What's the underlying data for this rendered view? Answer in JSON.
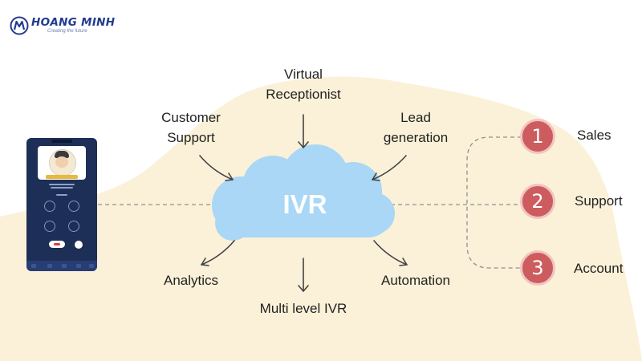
{
  "logo": {
    "name": "HOANG MINH",
    "tagline": "Creating the future"
  },
  "center": {
    "label": "IVR"
  },
  "features": {
    "virtual_receptionist": [
      "Virtual",
      "Receptionist"
    ],
    "customer_support": [
      "Customer",
      "Support"
    ],
    "lead_generation": [
      "Lead",
      "generation"
    ],
    "analytics": "Analytics",
    "automation": "Automation",
    "multi_level_ivr": "Multi level IVR"
  },
  "menu_options": [
    {
      "number": "1",
      "label": "Sales"
    },
    {
      "number": "2",
      "label": "Support"
    },
    {
      "number": "3",
      "label": "Account"
    }
  ],
  "colors": {
    "background_blob": "#fbf1d8",
    "cloud": "#a9d7f5",
    "option_circle": "#cd5c5e",
    "option_ring": "#f2c3c3",
    "phone": "#1d2e57",
    "logo": "#223a8f",
    "text": "#222222"
  }
}
